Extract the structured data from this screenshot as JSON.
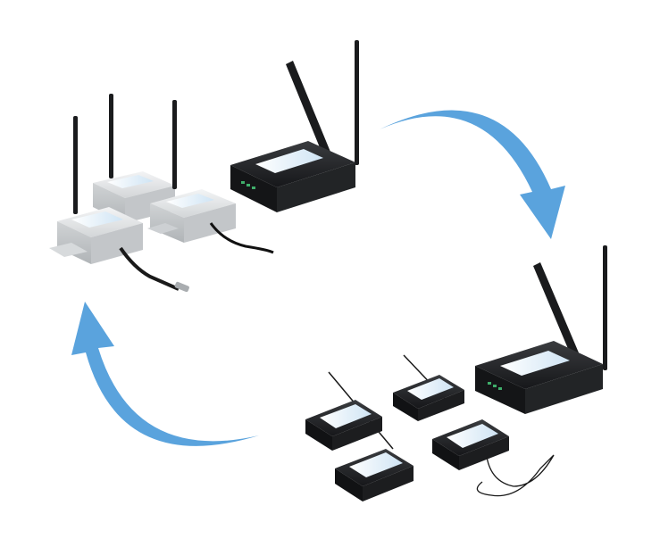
{
  "scene": {
    "background": "#ffffff",
    "arrow_color": "#5aa3dd",
    "groups": [
      {
        "name": "industrial-sensor-group",
        "count": 3,
        "casing_color": "#dfe2e4"
      },
      {
        "name": "commercial-sensor-group",
        "count": 4,
        "casing_color": "#1c1d1f"
      },
      {
        "name": "cellular-gateway",
        "count": 2,
        "casing_color": "#1e2022"
      }
    ],
    "label_color": "#cfe4f4",
    "icons": [
      "cycle-arrow-icon",
      "antenna-icon",
      "probe-cable-icon"
    ]
  }
}
